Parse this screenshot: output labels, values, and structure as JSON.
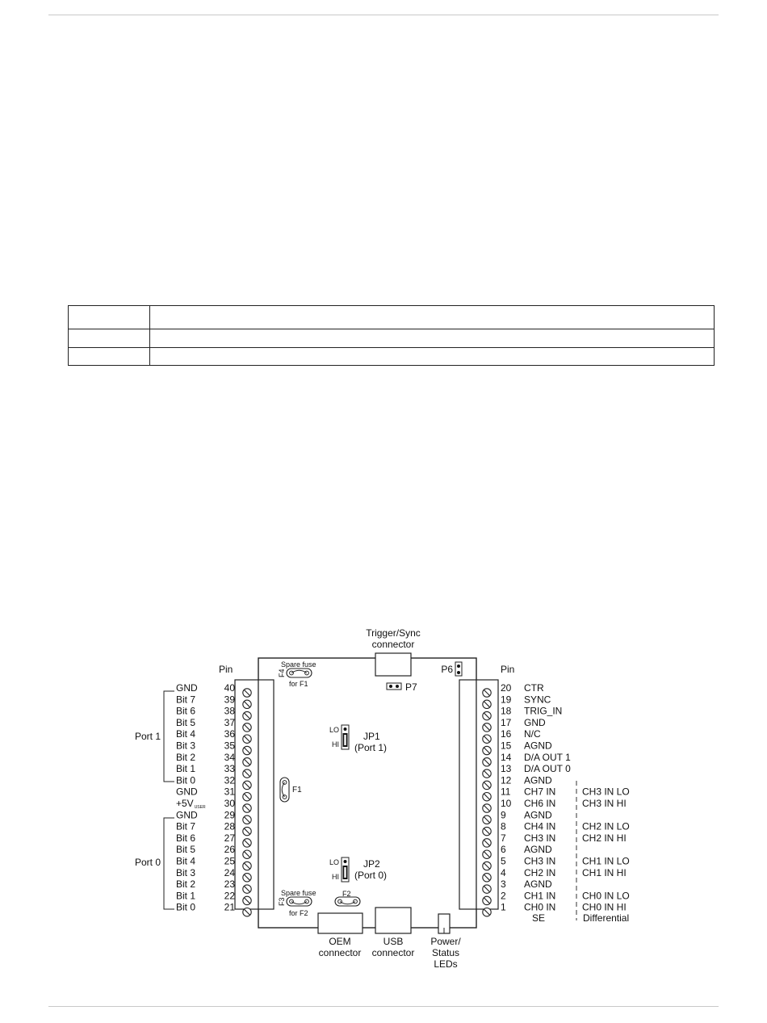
{
  "top_rule": "",
  "table": {
    "rows": [
      [
        "",
        ""
      ],
      [
        "",
        ""
      ],
      [
        "",
        ""
      ]
    ]
  },
  "diagram": {
    "labels": {
      "trigger_sync": [
        "Trigger/Sync",
        "connector"
      ],
      "pin_left": "Pin",
      "pin_right": "Pin",
      "spare_fuse_top": "Spare fuse",
      "for_f1": "for F1",
      "f4": "F4",
      "f3": "F3",
      "spare_fuse_bottom": "Spare fuse",
      "for_f2": "for F2",
      "f1": "F1",
      "f2": "F2",
      "p6": "P6",
      "p7": "P7",
      "jp1": "JP1",
      "jp1_port": "(Port 1)",
      "jp2": "JP2",
      "jp2_port": "(Port 0)",
      "lo": "LO",
      "hi": "HI",
      "port1": "Port 1",
      "port0": "Port 0",
      "oem": [
        "OEM",
        "connector"
      ],
      "usb": [
        "USB",
        "connector"
      ],
      "power": [
        "Power/",
        "Status",
        "LEDs"
      ],
      "se": "SE",
      "differential": "Differential"
    },
    "left_pins": [
      {
        "pin": "40",
        "signal": "GND"
      },
      {
        "pin": "39",
        "signal": "Bit 7"
      },
      {
        "pin": "38",
        "signal": "Bit 6"
      },
      {
        "pin": "37",
        "signal": "Bit 5"
      },
      {
        "pin": "36",
        "signal": "Bit 4"
      },
      {
        "pin": "35",
        "signal": "Bit 3"
      },
      {
        "pin": "34",
        "signal": "Bit 2"
      },
      {
        "pin": "33",
        "signal": "Bit 1"
      },
      {
        "pin": "32",
        "signal": "Bit 0"
      },
      {
        "pin": "31",
        "signal": "GND"
      },
      {
        "pin": "30",
        "signal": "+5V",
        "sub": "USER"
      },
      {
        "pin": "29",
        "signal": "GND"
      },
      {
        "pin": "28",
        "signal": "Bit 7"
      },
      {
        "pin": "27",
        "signal": "Bit 6"
      },
      {
        "pin": "26",
        "signal": "Bit 5"
      },
      {
        "pin": "25",
        "signal": "Bit 4"
      },
      {
        "pin": "24",
        "signal": "Bit 3"
      },
      {
        "pin": "23",
        "signal": "Bit 2"
      },
      {
        "pin": "22",
        "signal": "Bit 1"
      },
      {
        "pin": "21",
        "signal": "Bit 0"
      }
    ],
    "right_pins": [
      {
        "pin": "20",
        "se": "CTR",
        "diff": ""
      },
      {
        "pin": "19",
        "se": "SYNC",
        "diff": ""
      },
      {
        "pin": "18",
        "se": "TRIG_IN",
        "diff": ""
      },
      {
        "pin": "17",
        "se": "GND",
        "diff": ""
      },
      {
        "pin": "16",
        "se": "N/C",
        "diff": ""
      },
      {
        "pin": "15",
        "se": "AGND",
        "diff": ""
      },
      {
        "pin": "14",
        "se": "D/A OUT 1",
        "diff": ""
      },
      {
        "pin": "13",
        "se": "D/A OUT 0",
        "diff": ""
      },
      {
        "pin": "12",
        "se": "AGND",
        "diff": ""
      },
      {
        "pin": "11",
        "se": "CH7 IN",
        "diff": "CH3 IN LO"
      },
      {
        "pin": "10",
        "se": "CH6 IN",
        "diff": "CH3 IN HI"
      },
      {
        "pin": "9",
        "se": "AGND",
        "diff": ""
      },
      {
        "pin": "8",
        "se": "CH4 IN",
        "diff": "CH2 IN LO"
      },
      {
        "pin": "7",
        "se": "CH3 IN",
        "diff": "CH2 IN HI"
      },
      {
        "pin": "6",
        "se": "AGND",
        "diff": ""
      },
      {
        "pin": "5",
        "se": "CH3 IN",
        "diff": "CH1 IN LO"
      },
      {
        "pin": "4",
        "se": "CH2 IN",
        "diff": "CH1 IN HI"
      },
      {
        "pin": "3",
        "se": "AGND",
        "diff": ""
      },
      {
        "pin": "2",
        "se": "CH1 IN",
        "diff": "CH0 IN LO"
      },
      {
        "pin": "1",
        "se": "CH0 IN",
        "diff": "CH0 IN HI"
      }
    ]
  }
}
